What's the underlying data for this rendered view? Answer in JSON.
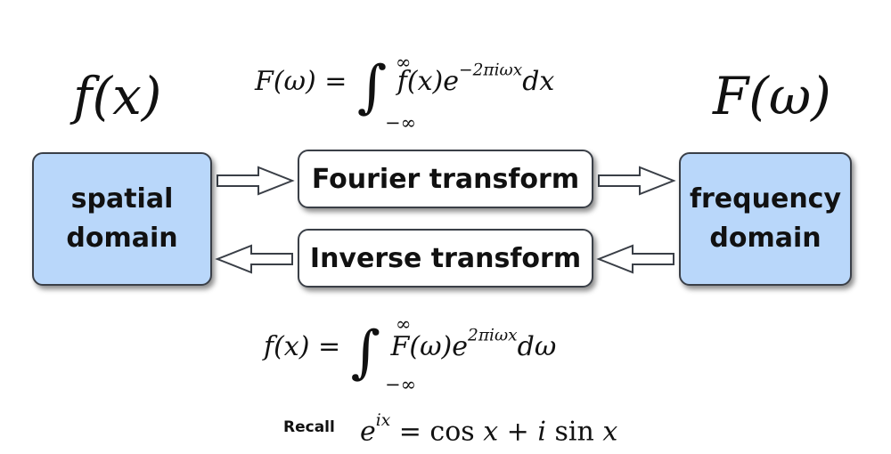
{
  "labels": {
    "left_function": "f(x)",
    "right_function": "F(ω)"
  },
  "boxes": {
    "spatial_line1": "spatial",
    "spatial_line2": "domain",
    "frequency_line1": "frequency",
    "frequency_line2": "domain",
    "fourier": "Fourier transform",
    "inverse": "Inverse transform"
  },
  "formulas": {
    "forward_lhs": "F(ω) =",
    "forward_integrand": "f(x)e",
    "forward_exponent": "−2πiωx",
    "forward_d": "dx",
    "inverse_lhs": "f(x) =",
    "inverse_integrand": "F(ω)e",
    "inverse_exponent": "2πiωx",
    "inverse_d": "dω",
    "upper_limit": "∞",
    "lower_limit": "−∞",
    "integral_sign": "∫"
  },
  "recall": {
    "label": "Recall",
    "base": "e",
    "exponent": "ix",
    "rhs_1": " = cos ",
    "rhs_x1": "x",
    "rhs_2": " + ",
    "rhs_i": "i",
    "rhs_3": " sin ",
    "rhs_x2": "x"
  },
  "colors": {
    "domain_fill": "#b9d7fa",
    "border": "#3a3f47"
  }
}
